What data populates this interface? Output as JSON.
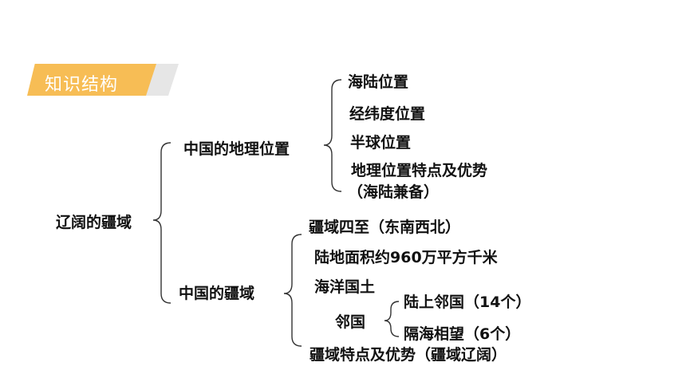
{
  "header": {
    "label": "知识结构"
  },
  "diagram": {
    "root": "辽阔的疆域",
    "branch_location": {
      "label": "中国的地理位置",
      "items": [
        "海陆位置",
        "经纬度位置",
        "半球位置"
      ],
      "feature_line1": "地理位置特点及优势",
      "feature_line2": "（海陆兼备）"
    },
    "branch_territory": {
      "label": "中国的疆域",
      "extremes": "疆域四至（东南西北）",
      "area": "陆地面积约960万平方千米",
      "seas": "海洋国土",
      "neighbors": {
        "label": "邻国",
        "land": "陆上邻国（14个）",
        "sea": "隔海相望（6个）"
      },
      "feature": "疆域特点及优势（疆域辽阔）"
    }
  }
}
